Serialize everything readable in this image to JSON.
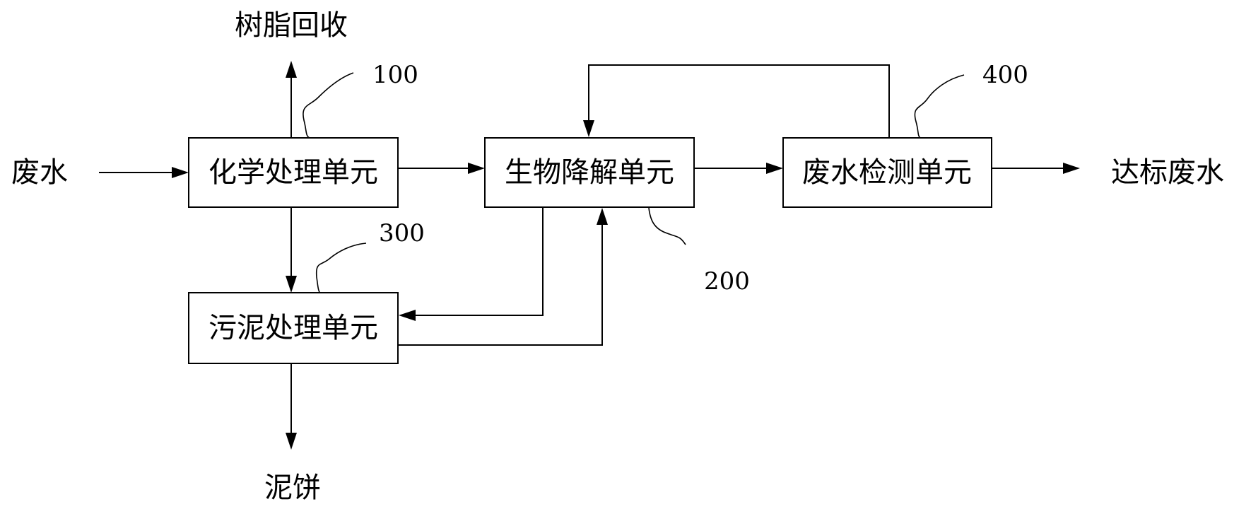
{
  "units": {
    "chemical": {
      "label": "化学处理单元",
      "ref": "100"
    },
    "biological": {
      "label": "生物降解单元",
      "ref": "200"
    },
    "sludge": {
      "label": "污泥处理单元",
      "ref": "300"
    },
    "detection": {
      "label": "废水检测单元",
      "ref": "400"
    }
  },
  "flows": {
    "wastewater_in": "废水",
    "resin_recovery": "树脂回收",
    "compliant_water": "达标废水",
    "sludge_cake": "泥饼"
  }
}
